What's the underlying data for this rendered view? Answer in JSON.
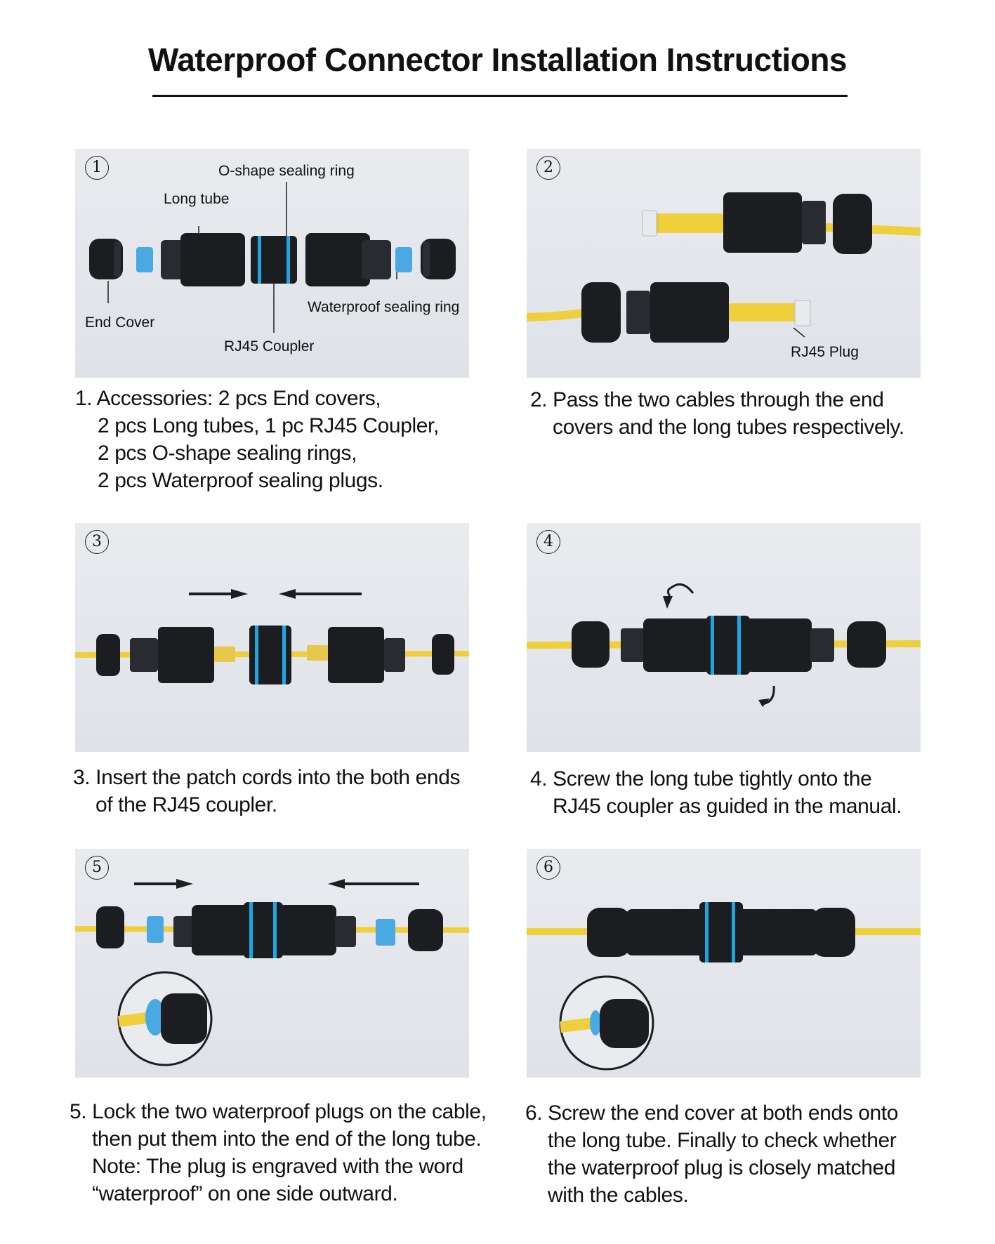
{
  "title": "Waterproof Connector Installation Instructions",
  "steps": [
    {
      "num": "1",
      "labels": {
        "o_ring": "O-shape sealing ring",
        "long_tube": "Long tube",
        "end_cover": "End Cover",
        "waterproof_ring": "Waterproof sealing ring",
        "rj45_coupler": "RJ45 Coupler"
      },
      "caption": [
        "1. Accessories: 2 pcs End covers,",
        "2 pcs Long tubes, 1 pc RJ45 Coupler,",
        "2 pcs O-shape sealing rings,",
        "2 pcs Waterproof sealing plugs."
      ]
    },
    {
      "num": "2",
      "labels": {
        "rj45_plug": "RJ45 Plug"
      },
      "caption": [
        "2. Pass the two cables through the end",
        "covers and the long tubes respectively."
      ]
    },
    {
      "num": "3",
      "caption": [
        "3. Insert the patch cords into the both ends",
        "of the RJ45 coupler."
      ]
    },
    {
      "num": "4",
      "caption": [
        "4. Screw the long tube tightly onto the",
        "RJ45 coupler as guided in the manual."
      ]
    },
    {
      "num": "5",
      "caption": [
        "5. Lock the two waterproof plugs on the cable,",
        "then put them into the end of the long tube.",
        "Note: The plug is engraved with the word",
        "“waterproof” on one side outward."
      ]
    },
    {
      "num": "6",
      "caption": [
        "6. Screw the end cover at both ends onto",
        "the long tube. Finally to check whether",
        "the waterproof plug is closely matched",
        "with the cables."
      ]
    }
  ],
  "colors": {
    "cable": "#f0cf3c",
    "connector": "#1c1d21",
    "accent_blue": "#1ea6e0",
    "plug_blue": "#4aa9e2"
  }
}
